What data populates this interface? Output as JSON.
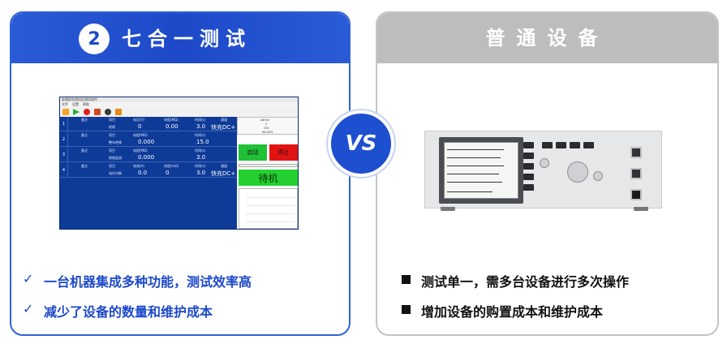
{
  "left": {
    "badge_number": "2",
    "title": "七合一测试",
    "bullets": [
      "一台机器集成多种功能，测试效率高",
      "减少了设备的数量和维护成本"
    ],
    "software": {
      "title_text": "安规综合测试仪测试软件",
      "menu": [
        "文件",
        "设置",
        "帮助"
      ],
      "rows": [
        {
          "num": "1",
          "col1": "备注",
          "col2": "项目",
          "col3": "电压(V)",
          "col4": "电阻(MΩ)",
          "col5": "时间(s)",
          "col6": "通道",
          "name": "绝缘",
          "v1": "0",
          "v2": "0.00",
          "v3": "3.0",
          "v4": "快充DC+"
        },
        {
          "num": "2",
          "col1": "备注",
          "col2": "项目",
          "col3": "电阻(MΩ)",
          "col4": "",
          "col5": "时间(s)",
          "col6": "",
          "name": "整车绝缘",
          "v1": "0.000",
          "v2": "",
          "v3": "15.0",
          "v4": ""
        },
        {
          "num": "3",
          "col1": "备注",
          "col2": "项目",
          "col3": "电阻(MΩ)",
          "col4": "",
          "col5": "时间(s)",
          "col6": "",
          "name": "绝缘监测",
          "v1": "0.000",
          "v2": "",
          "v3": "3.0",
          "v4": ""
        },
        {
          "num": "4",
          "col1": "备注",
          "col2": "项目",
          "col3": "电流(A)",
          "col4": "电阻(mΩ)",
          "col5": "时间(s)",
          "col6": "通道",
          "name": "电位均衡",
          "v1": "0.0",
          "v2": "0",
          "v3": "3.0",
          "v4": "快充DC+"
        }
      ],
      "info": {
        "user": "admin",
        "line2": "3",
        "line3": "250",
        "line4": "96.00%"
      },
      "start_label": "启动",
      "stop_label": "停止",
      "standby_label": "待机"
    }
  },
  "vs_label": "VS",
  "right": {
    "title": "普通设备",
    "bullets": [
      "测试单一，需多台设备进行多次操作",
      "增加设备的购置成本和维护成本"
    ]
  },
  "colors": {
    "accent_blue": "#1d49c8",
    "gray_header": "#bdbdbd",
    "start_green": "#1fc135",
    "stop_red": "#e21313"
  }
}
